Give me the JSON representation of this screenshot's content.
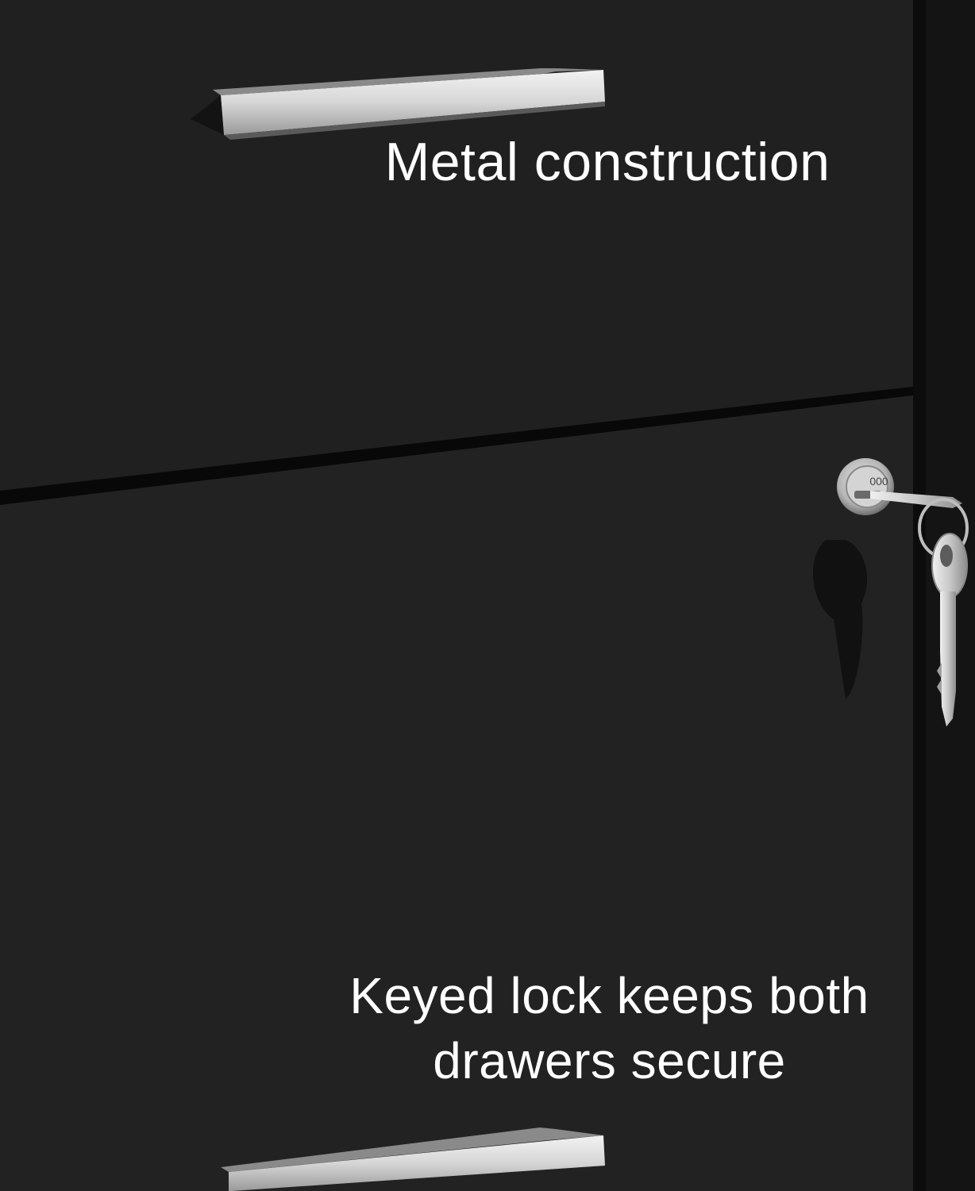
{
  "captions": {
    "top": "Metal construction",
    "bottom_line1": "Keyed lock keeps both",
    "bottom_line2": "drawers secure"
  },
  "colors": {
    "cabinet": "#202020",
    "cabinet_dark": "#151515",
    "edge": "#0a0a0a",
    "handle": "#d9d9d9",
    "key_metal": "#c9c9c9",
    "caption_text": "#ffffff"
  },
  "icons": {
    "lock": "lock-cylinder-icon",
    "key": "key-icon",
    "handle": "drawer-handle"
  },
  "lock_face_text": "000"
}
